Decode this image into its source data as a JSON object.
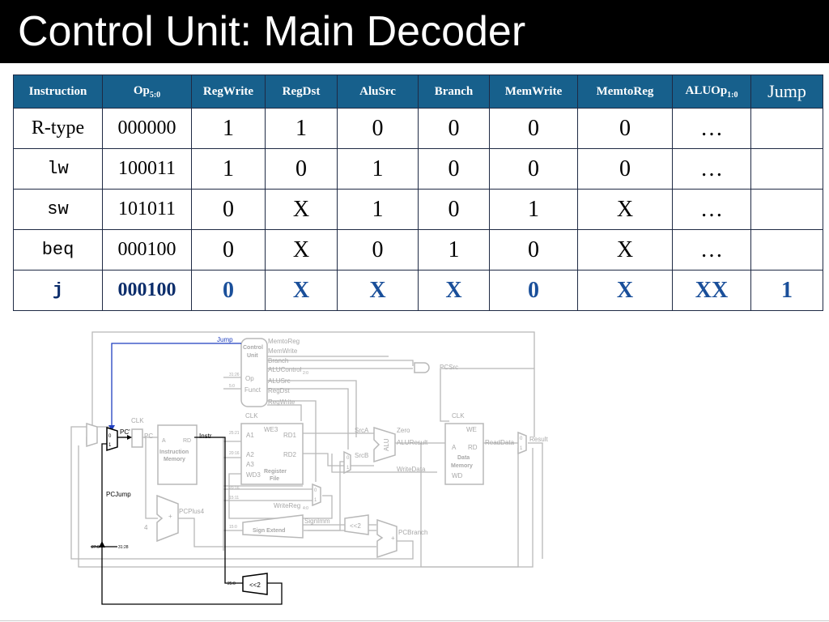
{
  "title": "Control Unit: Main Decoder",
  "table": {
    "headers": [
      "Instruction",
      "Op",
      "RegWrite",
      "RegDst",
      "AluSrc",
      "Branch",
      "MemWrite",
      "MemtoReg",
      "ALUOp",
      "Jump"
    ],
    "op_sub": "5:0",
    "aluop_sub": "1:0",
    "rows": [
      [
        "R-type",
        "000000",
        "1",
        "1",
        "0",
        "0",
        "0",
        "0",
        "…",
        ""
      ],
      [
        "lw",
        "100011",
        "1",
        "0",
        "1",
        "0",
        "0",
        "0",
        "…",
        ""
      ],
      [
        "sw",
        "101011",
        "0",
        "X",
        "1",
        "0",
        "1",
        "X",
        "…",
        ""
      ],
      [
        "beq",
        "000100",
        "0",
        "X",
        "0",
        "1",
        "0",
        "X",
        "…",
        ""
      ],
      [
        "j",
        "000100",
        "0",
        "X",
        "X",
        "X",
        "0",
        "X",
        "XX",
        "1"
      ]
    ]
  },
  "diagram": {
    "labels": {
      "jump": "Jump",
      "memtoreg": "MemtoReg",
      "memwrite": "MemWrite",
      "branch": "Branch",
      "alucontrol": "ALUControl",
      "alucontrol_sub": "2:0",
      "alusrc": "ALUSrc",
      "regdst": "RegDst",
      "regwrite": "RegWrite",
      "control": "Control",
      "unit": "Unit",
      "op": "Op",
      "funct": "Funct",
      "b3126": "31:26",
      "b50": "5:0",
      "pcsrc": "PCSrc",
      "clk": "CLK",
      "pc": "PC",
      "pc_prime": "PC'",
      "zero": "0",
      "one": "1",
      "instr_a": "A",
      "instr_rd": "RD",
      "instruction": "Instruction",
      "memory": "Memory",
      "instr": "Instr",
      "b2521": "25:21",
      "b2016": "20:16",
      "b2016b": "20:16",
      "b1511": "15:11",
      "b150": "15:0",
      "b250": "25:0",
      "b270": "27:0",
      "b3128": "31:28",
      "we3": "WE3",
      "a1": "A1",
      "a2": "A2",
      "a3": "A3",
      "wd3": "WD3",
      "rd1": "RD1",
      "rd2": "RD2",
      "register": "Register",
      "file": "File",
      "srca": "SrcA",
      "srcb": "SrcB",
      "alu": "ALU",
      "zero_sig": "Zero",
      "aluresult": "ALUResult",
      "writedata": "WriteData",
      "we": "WE",
      "data": "Data",
      "readdata": "ReadData",
      "wd": "WD",
      "result": "Result",
      "writereg": "WriteReg",
      "writereg_sub": "4:0",
      "pcplus4": "PCPlus4",
      "plus": "+",
      "four": "4",
      "signimm": "SignImm",
      "signextend": "Sign Extend",
      "shl2": "<<2",
      "pcbranch": "PCBranch",
      "pcjump": "PCJump"
    }
  }
}
